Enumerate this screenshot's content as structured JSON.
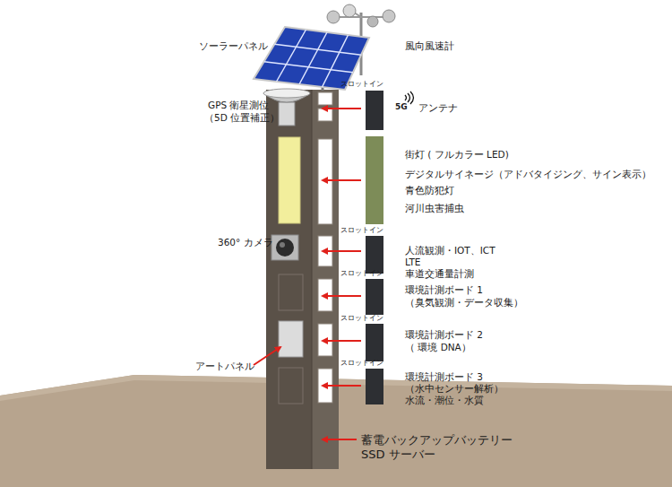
{
  "diagram": {
    "labels": [
      "ソーラーパネル",
      "風向風速計",
      "GPS 衛星測位",
      "（5D 位置補正）",
      "スロットイン",
      "5G",
      "アンテナ",
      "街灯 ( フルカラー LED)",
      "デジタルサイネージ（アドバタイジング、サイン表示）",
      "青色防犯灯",
      "河川虫害捕虫",
      "スロットイン",
      "360° カメラ",
      "人流観測・IOT、ICT",
      "LTE",
      "車道交通量計測",
      "スロットイン",
      "環境計測ボード 1",
      "（臭気観測・データ収集）",
      "スロットイン",
      "環境計測ボード 2",
      "（ 環境 DNA）",
      "アートパネル",
      "スロットイン",
      "環境計測ボード 3",
      "（水中センサー解析）",
      "水流・潮位・水質",
      "蓄電バックアップバッテリー",
      "SSD サーバー"
    ]
  }
}
